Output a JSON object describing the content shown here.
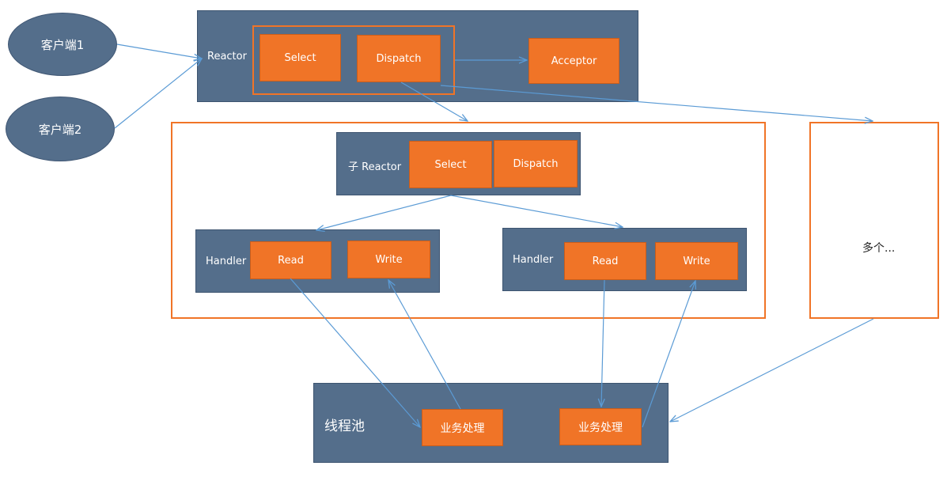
{
  "clients": {
    "client1": "客户端1",
    "client2": "客户端2"
  },
  "main_reactor": {
    "label": "Reactor",
    "select": "Select",
    "dispatch": "Dispatch",
    "acceptor": "Acceptor"
  },
  "sub_reactor": {
    "label": "子 Reactor",
    "select": "Select",
    "dispatch": "Dispatch"
  },
  "handler_left": {
    "label": "Handler",
    "read": "Read",
    "write": "Write"
  },
  "handler_right": {
    "label": "Handler",
    "read": "Read",
    "write": "Write"
  },
  "more": {
    "label": "多个..."
  },
  "thread_pool": {
    "label": "线程池",
    "task_left": "业务处理",
    "task_right": "业务处理"
  },
  "colors": {
    "box_blue": "#546e8b",
    "box_orange": "#f07427",
    "edge": "#5b9bd5"
  }
}
